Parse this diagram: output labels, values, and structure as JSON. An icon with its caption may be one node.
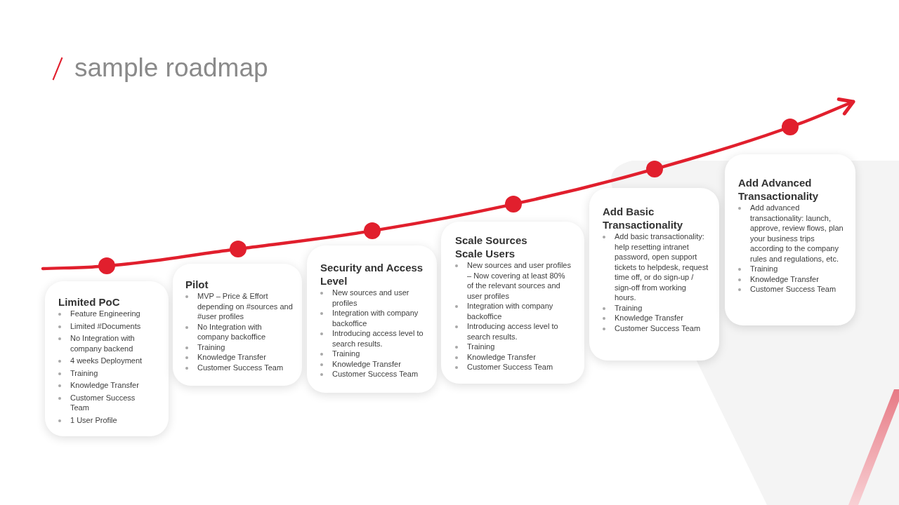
{
  "diagram": {
    "title": "sample roadmap",
    "nodes": [
      {
        "text": [
          "Limited PoC",
          "Feature Engineering",
          "Limited #Documents",
          "No Integration with company backend",
          "4 weeks Deployment",
          "Training",
          "Knowledge Transfer",
          "Customer Success Team",
          "1 User Profile"
        ]
      },
      {
        "text": [
          "Pilot",
          "MVP – Price & Effort depending on #sources and #user profiles",
          "No Integration with company backoffice",
          "Training",
          "Knowledge Transfer",
          "Customer Success Team"
        ]
      },
      {
        "text": [
          "Security and Access Level",
          "New sources and user profiles",
          "Integration with company backoffice",
          "Introducing access level to search results.",
          "Training",
          "Knowledge Transfer",
          "Customer Success Team"
        ]
      },
      {
        "text": [
          "Scale Sources Scale Users",
          "New sources and user profiles – Now covering at least 80% of the relevant sources and user profiles",
          "Integration with company backoffice",
          "Introducing access level to search results.",
          "Training",
          "Knowledge Transfer",
          "Customer Success Team"
        ]
      },
      {
        "text": [
          "Add Basic Transactionality",
          "Add basic transactionality: help resetting intranet password, open support tickets to helpdesk, request time off, or do sign-up / sign-off from working hours.",
          "Training",
          "Knowledge Transfer",
          "Customer Success Team"
        ]
      },
      {
        "text": [
          "Add Advanced Transactionality",
          "Add advanced transactionality: launch, approve, review flows, plan your business trips according to the company rules and regulations, etc.",
          "Training",
          "Knowledge Transfer",
          "Customer Success Team"
        ]
      },
      {
        "text": [],
        "shape": "circle"
      },
      {
        "text": [],
        "shape": "circle"
      },
      {
        "text": [],
        "shape": "circle"
      },
      {
        "text": [],
        "shape": "circle"
      },
      {
        "text": [],
        "shape": "circle"
      },
      {
        "text": [],
        "shape": "circle"
      }
    ],
    "edges": [
      {
        "from": null,
        "to": 6,
        "arrow": "none"
      },
      {
        "from": 6,
        "to": 7,
        "arrow": "none"
      },
      {
        "from": 7,
        "to": 8,
        "arrow": "none"
      },
      {
        "from": 8,
        "to": 9,
        "arrow": "none"
      },
      {
        "from": 9,
        "to": 10,
        "arrow": "none"
      },
      {
        "from": 10,
        "to": 11,
        "arrow": "none"
      },
      {
        "from": 11,
        "to": null,
        "arrow": "to"
      }
    ]
  }
}
